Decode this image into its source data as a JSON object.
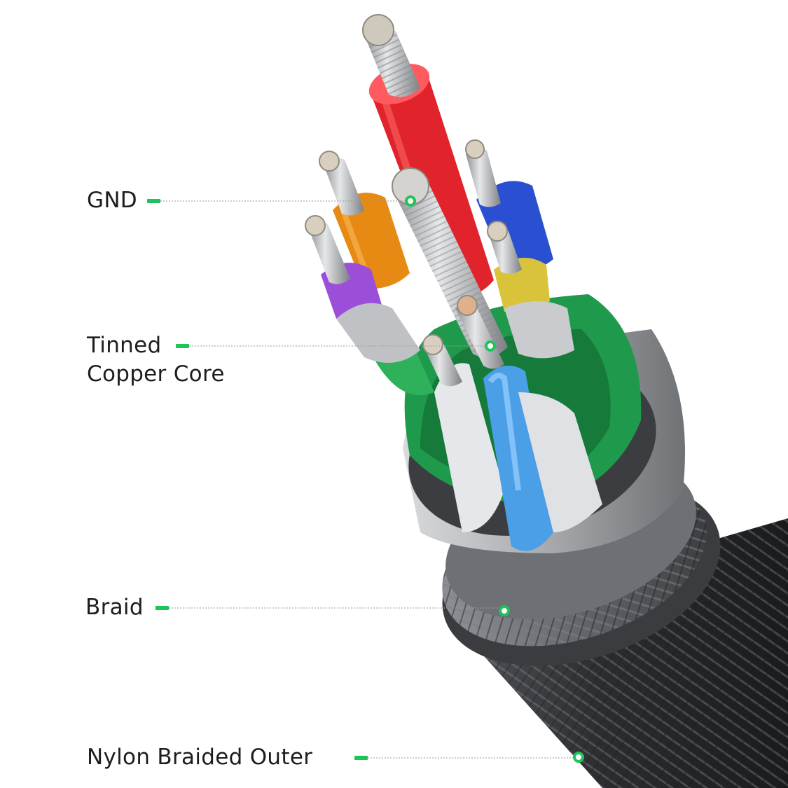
{
  "labels": [
    {
      "id": "gnd",
      "lines": [
        "GND"
      ]
    },
    {
      "id": "tinned-copper-core",
      "lines": [
        "Tinned",
        "Copper Core"
      ]
    },
    {
      "id": "braid",
      "lines": [
        "Braid"
      ]
    },
    {
      "id": "nylon-braided-outer",
      "lines": [
        "Nylon Braided Outer"
      ]
    }
  ],
  "colors": {
    "accent": "#1ec45a",
    "leader": "#9a9a9a",
    "red": "#e0232b",
    "blue": "#2a4fd0",
    "orange": "#e58a12",
    "purple": "#9a4fd8",
    "yellow": "#d8c23a",
    "green": "#1e9a4a",
    "light-blue": "#4a9de6",
    "white": "#e9eaec",
    "silver": "#c7c9cc",
    "braid": "#5a5d60",
    "outer": "#2e3033"
  }
}
